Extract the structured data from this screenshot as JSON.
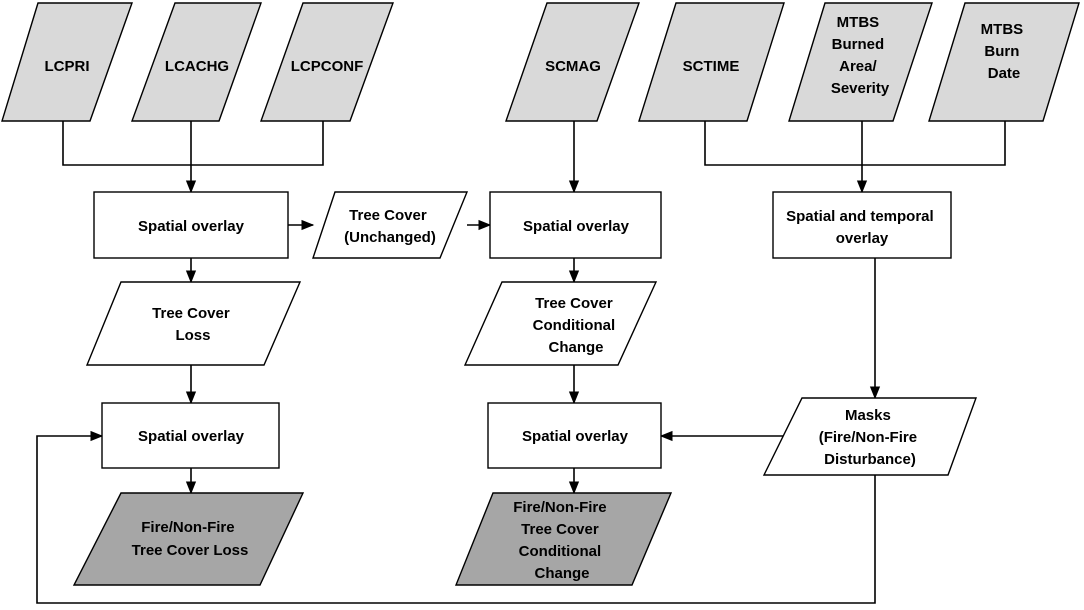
{
  "inputs": {
    "lcpri": [
      "LCPRI"
    ],
    "lcachg": [
      "LCACHG"
    ],
    "lcpconf": [
      "LCPCONF"
    ],
    "scmag": [
      "SCMAG"
    ],
    "sctime": [
      "SCTIME"
    ],
    "mtbs_area": [
      "MTBS",
      "Burned",
      "Area/",
      "Severity"
    ],
    "mtbs_date": [
      "MTBS",
      "Burn",
      "Date"
    ]
  },
  "processes": {
    "overlay_left": [
      "Spatial overlay"
    ],
    "overlay_mid": [
      "Spatial overlay"
    ],
    "overlay_right": [
      "Spatial and temporal",
      "overlay"
    ],
    "overlay_left_bottom": [
      "Spatial overlay"
    ],
    "overlay_mid_bottom": [
      "Spatial overlay"
    ]
  },
  "data_nodes": {
    "tree_cover_unchanged": [
      "Tree Cover",
      "(Unchanged)"
    ],
    "tree_cover_loss": [
      "Tree Cover",
      "Loss"
    ],
    "tree_cover_conditional": [
      "Tree Cover",
      "Conditional",
      "Change"
    ],
    "masks": [
      "Masks",
      "(Fire/Non-Fire",
      "Disturbance)"
    ]
  },
  "outputs": {
    "fire_loss": [
      "Fire/Non-Fire",
      "Tree Cover Loss"
    ],
    "fire_conditional": [
      "Fire/Non-Fire",
      "Tree Cover",
      "Conditional",
      "Change"
    ]
  },
  "colors": {
    "input_fill": "#d9d9d9",
    "output_fill": "#a6a6a6",
    "box_fill": "#ffffff",
    "stroke": "#000000"
  }
}
